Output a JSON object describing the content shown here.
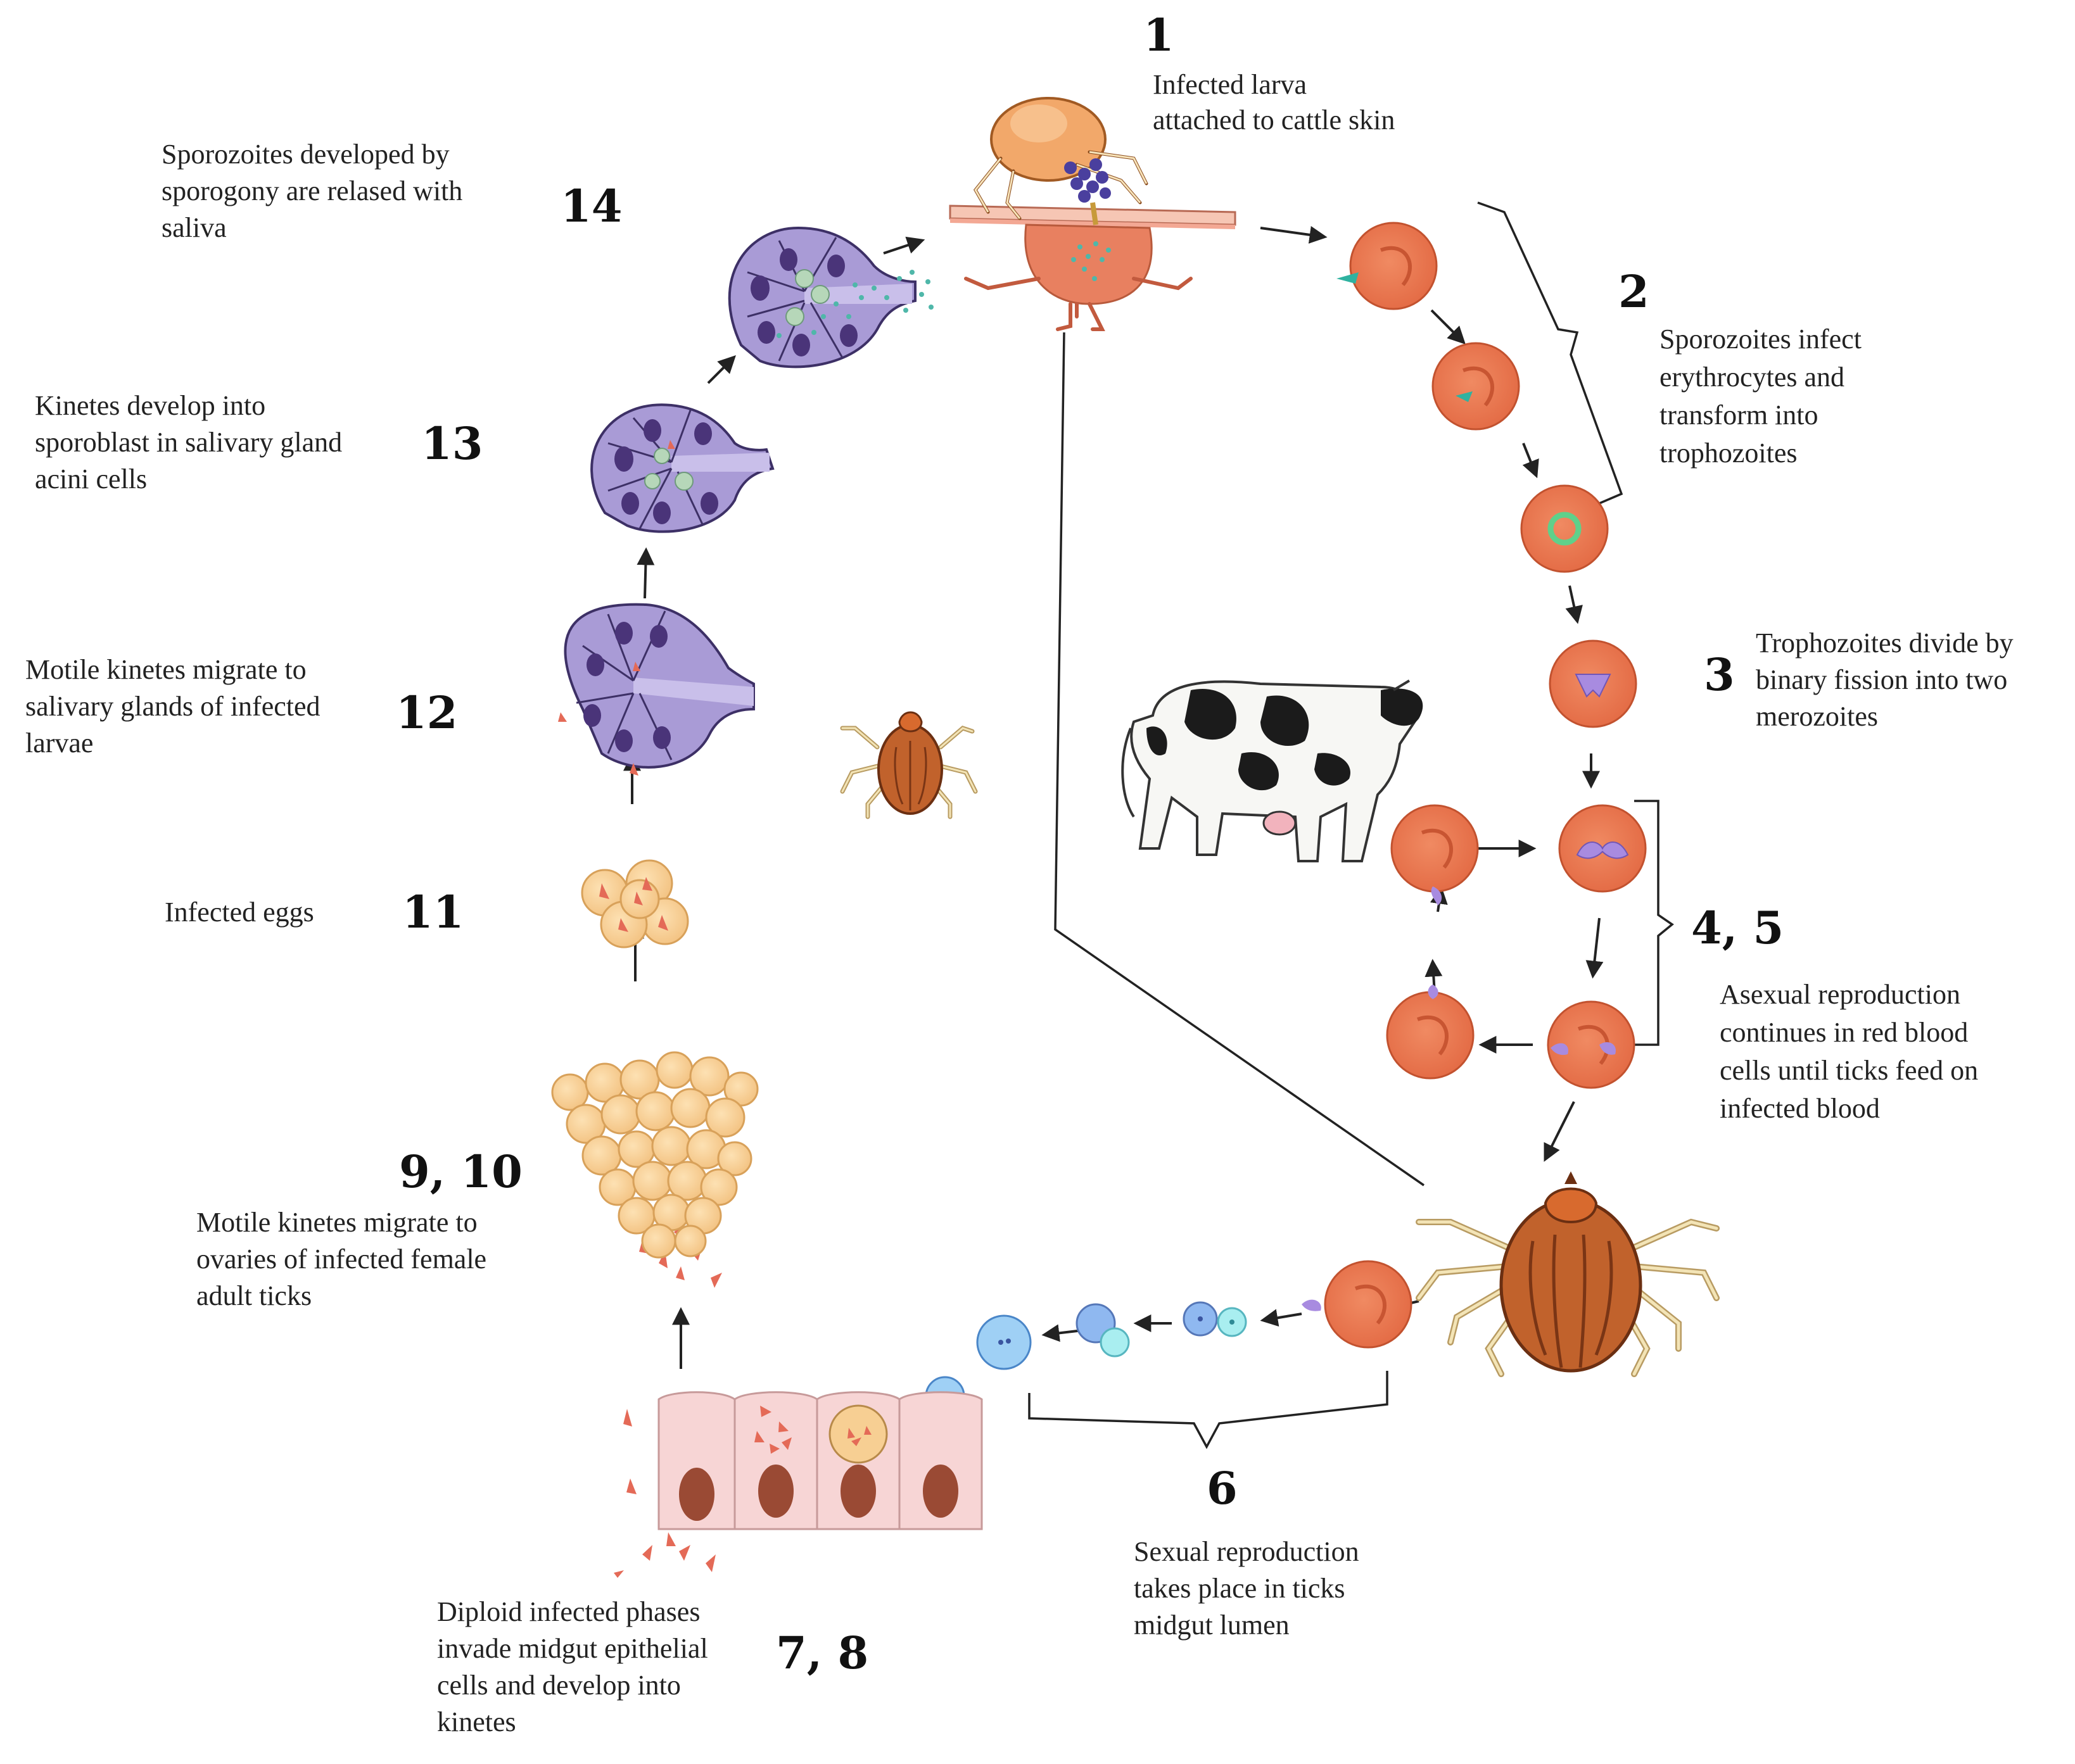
{
  "colors": {
    "rbc": "#e8774f",
    "rbc_dark": "#d0573a",
    "gland": "#a99bd6",
    "gland_nucleus": "#4a3479",
    "egg": "#f7cf93",
    "egg_edge": "#d8a15a",
    "kinete": "#e46a57",
    "tick_body": "#c1622c",
    "tick_leg": "#e9d9a4",
    "larva": "#f2a86a",
    "skin": "#f6c6b4",
    "epithelium": "#f7d5d5",
    "epi_nucleus": "#9a4a34",
    "sporozoite": "#4fb7a9",
    "merozoite": "#a88be0",
    "gamete": "#8fb8f0",
    "cow_black": "#1b1b1b"
  },
  "icons": [
    "larva-icon",
    "skin-icon",
    "red-blood-cell-icon",
    "cow-icon",
    "adult-tick-icon",
    "larva-tick-icon",
    "salivary-gland-icon",
    "egg-cluster-icon",
    "midgut-epithelium-icon",
    "gamete-icon"
  ],
  "stages": [
    {
      "number": "1",
      "lines": [
        "Infected larva",
        "attached to cattle skin"
      ]
    },
    {
      "number": "2",
      "lines": [
        "Sporozoites infect",
        "erythrocytes and",
        "transform into",
        "trophozoites"
      ]
    },
    {
      "number": "3",
      "lines": [
        "Trophozoites divide by",
        "binary fission into two",
        "merozoites"
      ]
    },
    {
      "number": "4, 5",
      "lines": [
        "Asexual reproduction",
        "continues in red blood",
        "cells until ticks feed on",
        "infected blood"
      ]
    },
    {
      "number": "6",
      "lines": [
        "Sexual reproduction",
        "takes place in ticks",
        "midgut lumen"
      ]
    },
    {
      "number": "7, 8",
      "lines": [
        "Diploid infected phases",
        "invade midgut epithelial",
        "cells and develop into",
        "kinetes"
      ]
    },
    {
      "number": "9, 10",
      "lines": [
        "Motile kinetes migrate to",
        "ovaries of infected female",
        "adult ticks"
      ]
    },
    {
      "number": "11",
      "lines": [
        "Infected eggs"
      ]
    },
    {
      "number": "12",
      "lines": [
        "Motile kinetes migrate to",
        "salivary glands of infected",
        "larvae"
      ]
    },
    {
      "number": "13",
      "lines": [
        "Kinetes develop into",
        "sporoblast in salivary gland",
        "acini cells"
      ]
    },
    {
      "number": "14",
      "lines": [
        "Sporozoites developed by",
        "sporogony are relased with",
        "saliva"
      ]
    }
  ]
}
